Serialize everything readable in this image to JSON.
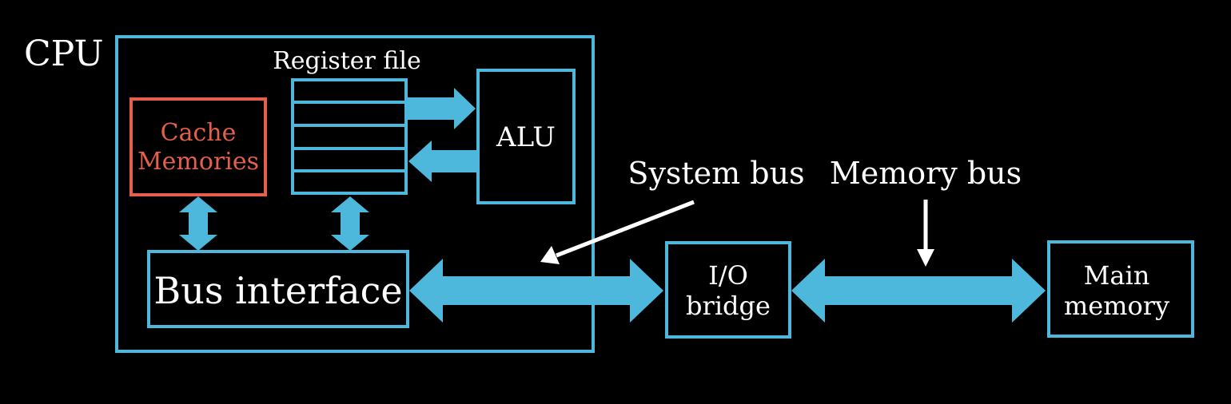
{
  "colors": {
    "background": "#000000",
    "box_outline": "#4eb8dc",
    "bus": "#4eb8dc",
    "cache": "#e5604a",
    "text": "#ffffff",
    "pointer_arrow": "#ffffff"
  },
  "cpu": {
    "label": "CPU",
    "register_file": {
      "label": "Register file",
      "row_count": 5
    },
    "alu": {
      "label": "ALU"
    },
    "cache": {
      "line1": "Cache",
      "line2": "Memories"
    },
    "bus_interface": {
      "label": "Bus interface"
    }
  },
  "io_bridge": {
    "line1": "I/O",
    "line2": "bridge"
  },
  "main_memory": {
    "line1": "Main",
    "line2": "memory"
  },
  "annotations": {
    "system_bus": "System bus",
    "memory_bus": "Memory bus"
  }
}
